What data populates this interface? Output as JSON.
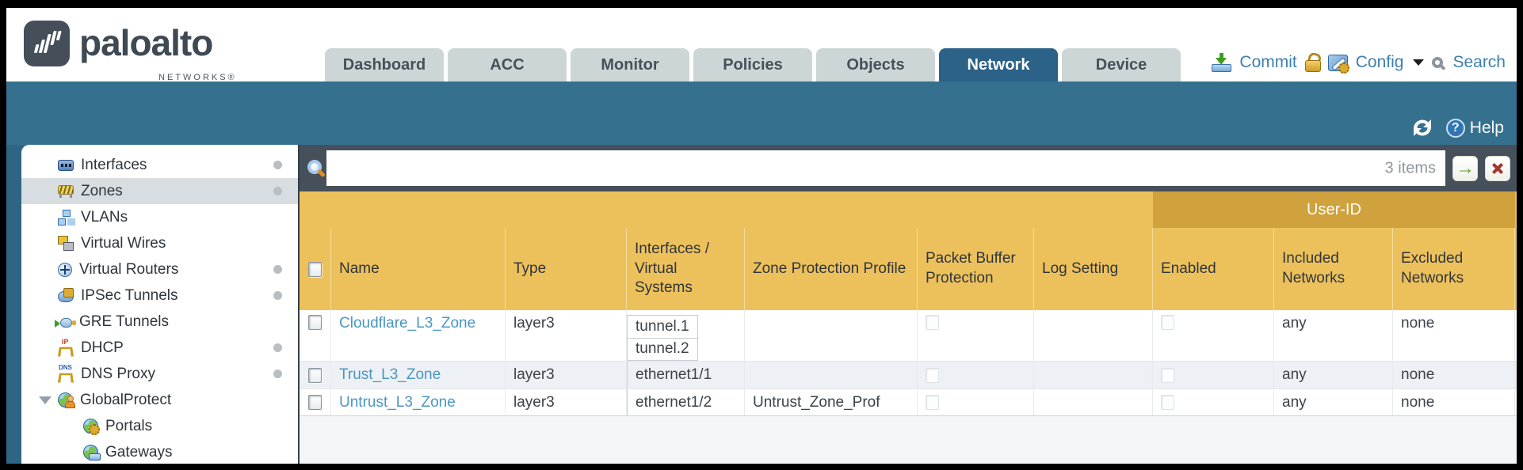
{
  "brand": {
    "name": "paloalto",
    "tagline": "NETWORKS®"
  },
  "nav": {
    "tabs": [
      {
        "label": "Dashboard",
        "active": false
      },
      {
        "label": "ACC",
        "active": false
      },
      {
        "label": "Monitor",
        "active": false
      },
      {
        "label": "Policies",
        "active": false
      },
      {
        "label": "Objects",
        "active": false
      },
      {
        "label": "Network",
        "active": true
      },
      {
        "label": "Device",
        "active": false
      }
    ]
  },
  "utilities": {
    "commit_label": "Commit",
    "config_label": "Config",
    "search_label": "Search",
    "help_label": "Help",
    "icons": {
      "commit": "commit-download-icon",
      "lock": "lock-icon",
      "config": "config-folder-wrench-icon",
      "caret": "chevron-down-icon",
      "search": "search-icon",
      "refresh": "refresh-icon",
      "help": "help-question-icon"
    }
  },
  "sidebar": {
    "items": [
      {
        "label": "Interfaces",
        "icon": "interfaces-icon",
        "dot": true,
        "selected": false
      },
      {
        "label": "Zones",
        "icon": "zones-icon",
        "dot": true,
        "selected": true
      },
      {
        "label": "VLANs",
        "icon": "vlans-icon",
        "dot": false,
        "selected": false
      },
      {
        "label": "Virtual Wires",
        "icon": "virtual-wires-icon",
        "dot": false,
        "selected": false
      },
      {
        "label": "Virtual Routers",
        "icon": "virtual-routers-icon",
        "dot": true,
        "selected": false
      },
      {
        "label": "IPSec Tunnels",
        "icon": "ipsec-tunnels-icon",
        "dot": true,
        "selected": false
      },
      {
        "label": "GRE Tunnels",
        "icon": "gre-tunnels-icon",
        "dot": false,
        "selected": false
      },
      {
        "label": "DHCP",
        "icon": "dhcp-icon",
        "dot": true,
        "selected": false
      },
      {
        "label": "DNS Proxy",
        "icon": "dns-proxy-icon",
        "dot": true,
        "selected": false
      },
      {
        "label": "GlobalProtect",
        "icon": "globalprotect-icon",
        "dot": false,
        "selected": false,
        "expanded": true
      },
      {
        "label": "Portals",
        "icon": "portals-icon",
        "dot": false,
        "selected": false,
        "indent": true
      },
      {
        "label": "Gateways",
        "icon": "gateways-icon",
        "dot": false,
        "selected": false,
        "indent": true
      }
    ]
  },
  "toolbar": {
    "search_value": "",
    "search_placeholder": "",
    "result_count": "3 items",
    "go_glyph": "→"
  },
  "table": {
    "group_header": "User-ID",
    "columns": [
      "",
      "Name",
      "Type",
      "Interfaces / Virtual Systems",
      "Zone Protection Profile",
      "Packet Buffer Protection",
      "Log Setting",
      "Enabled",
      "Included Networks",
      "Excluded Networks"
    ],
    "rows": [
      {
        "name": "Cloudflare_L3_Zone",
        "type": "layer3",
        "interfaces": [
          "tunnel.1",
          "tunnel.2"
        ],
        "zone_protection_profile": "",
        "packet_buffer_protection": false,
        "log_setting": "",
        "user_id_enabled": false,
        "included_networks": "any",
        "excluded_networks": "none",
        "selected": false
      },
      {
        "name": "Trust_L3_Zone",
        "type": "layer3",
        "interfaces": [
          "ethernet1/1"
        ],
        "zone_protection_profile": "",
        "packet_buffer_protection": false,
        "log_setting": "",
        "user_id_enabled": false,
        "included_networks": "any",
        "excluded_networks": "none",
        "selected": false
      },
      {
        "name": "Untrust_L3_Zone",
        "type": "layer3",
        "interfaces": [
          "ethernet1/2"
        ],
        "zone_protection_profile": "Untrust_Zone_Prof",
        "packet_buffer_protection": false,
        "log_setting": "",
        "user_id_enabled": false,
        "included_networks": "any",
        "excluded_networks": "none",
        "selected": false
      }
    ]
  },
  "colors": {
    "band_teal": "#35718f",
    "tab_active": "#2c6287",
    "tab_inactive": "#ccd6d6",
    "header_gold": "#ecc15b",
    "group_gold": "#d0a23d",
    "toolbar_gray": "#46505b",
    "link_blue": "#4a96c2",
    "alt_row": "#edf1f5"
  }
}
